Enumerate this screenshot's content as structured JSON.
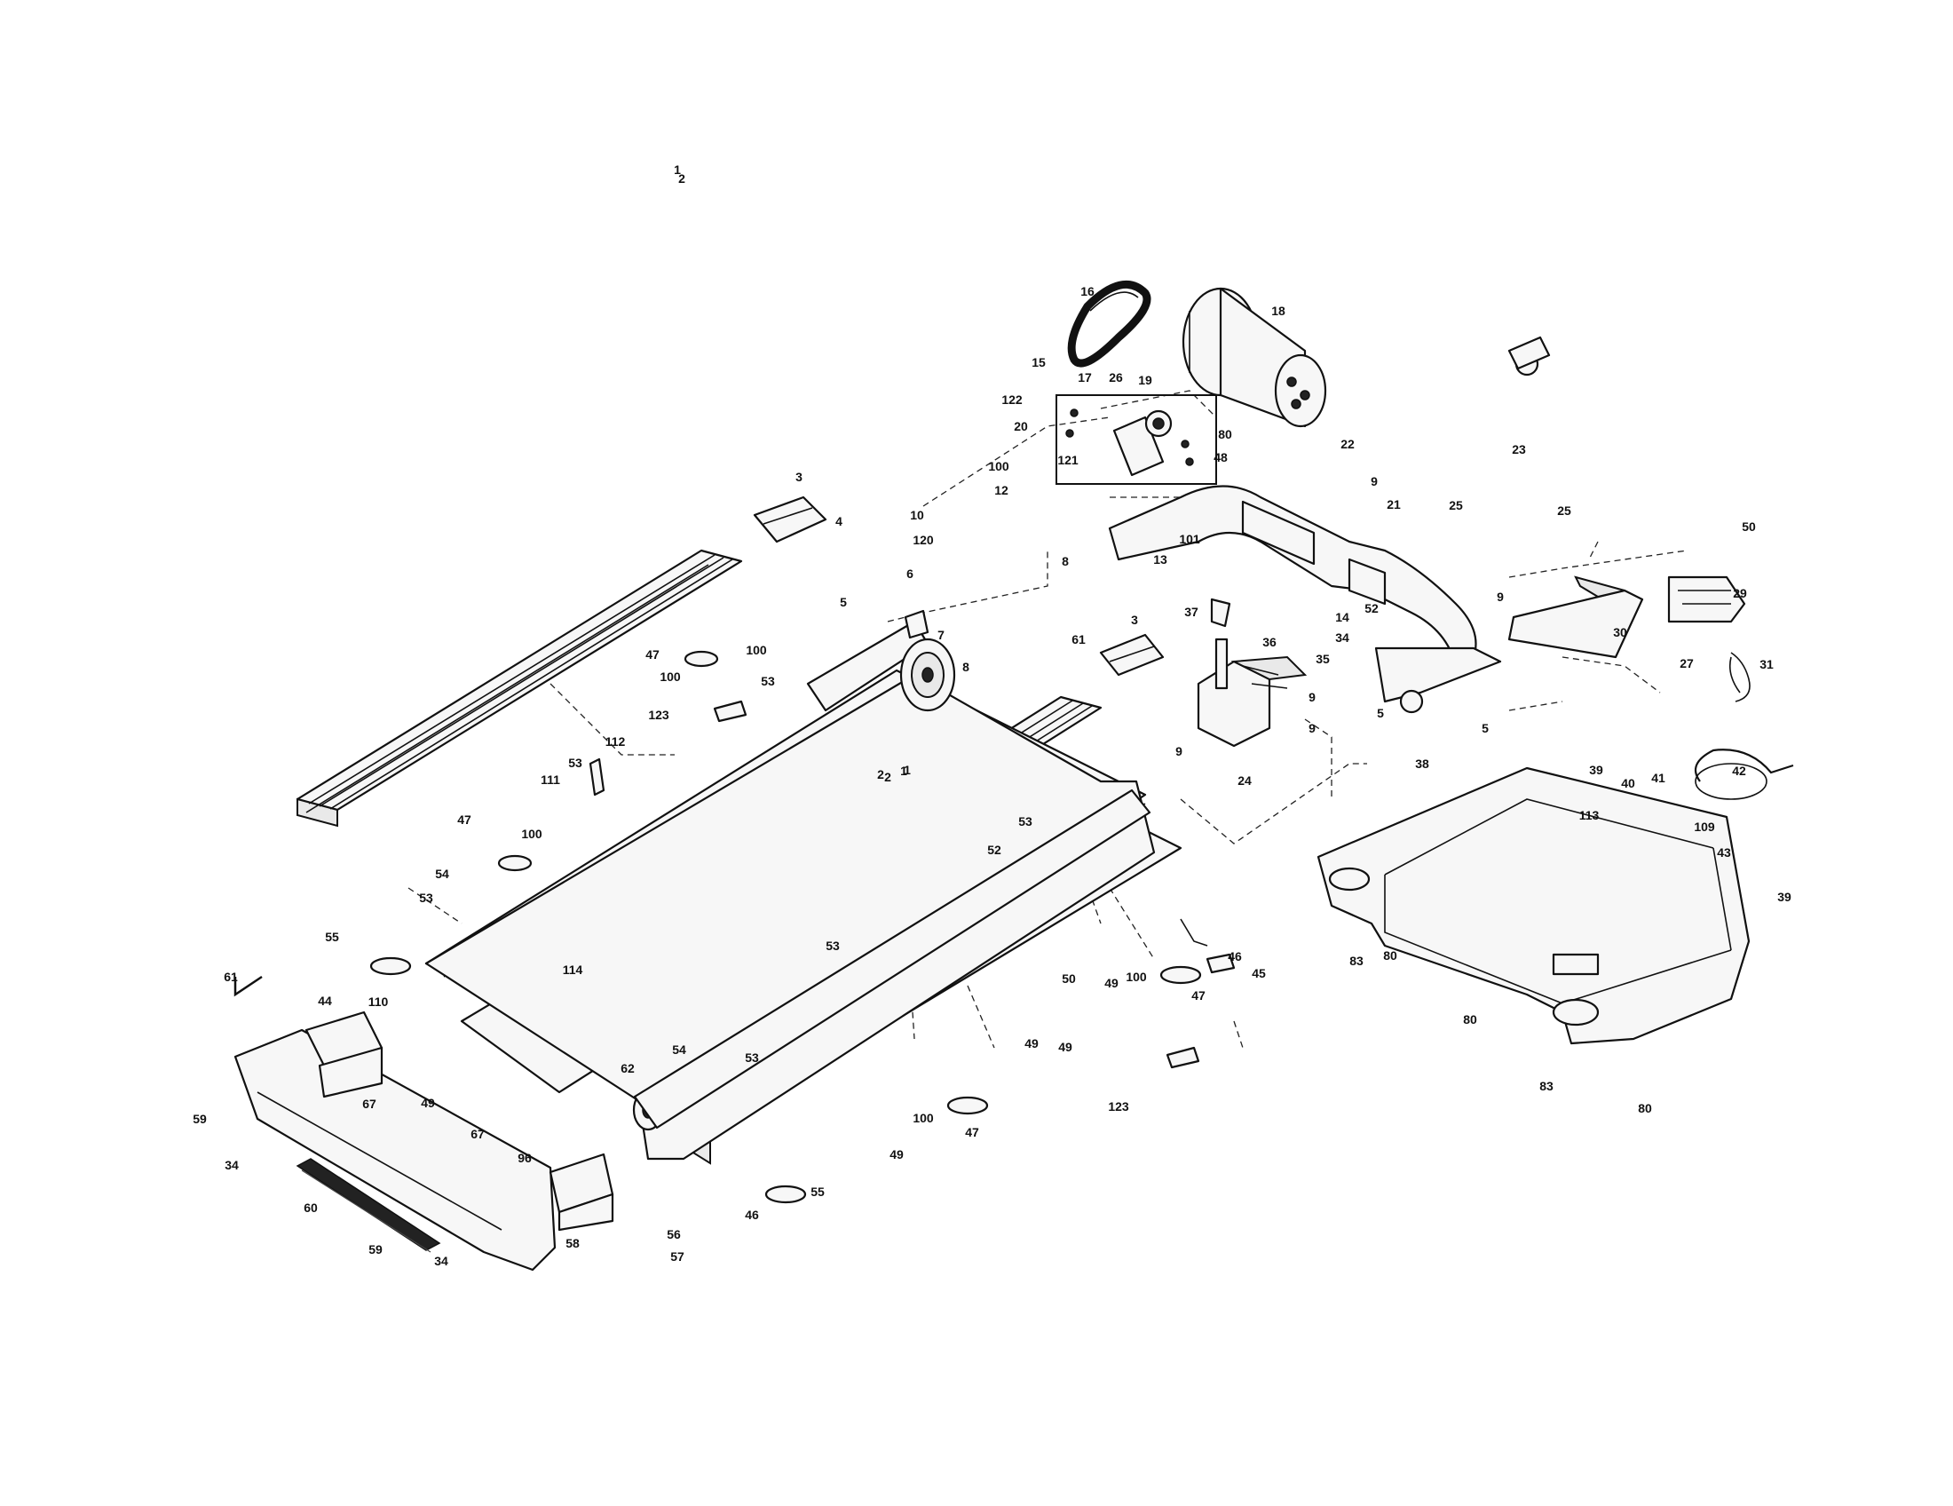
{
  "labels": [
    {
      "t": "1"
    },
    {
      "t": "2"
    },
    {
      "t": "3"
    },
    {
      "t": "4"
    },
    {
      "t": "1"
    },
    {
      "t": "2"
    },
    {
      "t": "16"
    },
    {
      "t": "18"
    },
    {
      "t": "15"
    },
    {
      "t": "17"
    },
    {
      "t": "26"
    },
    {
      "t": "19"
    },
    {
      "t": "122"
    },
    {
      "t": "20"
    },
    {
      "t": "80"
    },
    {
      "t": "48"
    },
    {
      "t": "121"
    },
    {
      "t": "101"
    },
    {
      "t": "100"
    },
    {
      "t": "12"
    },
    {
      "t": "10"
    },
    {
      "t": "120"
    },
    {
      "t": "8"
    },
    {
      "t": "13"
    },
    {
      "t": "22"
    },
    {
      "t": "9"
    },
    {
      "t": "21"
    },
    {
      "t": "6"
    },
    {
      "t": "5"
    },
    {
      "t": "7"
    },
    {
      "t": "8"
    },
    {
      "t": "47"
    },
    {
      "t": "100"
    },
    {
      "t": "100"
    },
    {
      "t": "53"
    },
    {
      "t": "123"
    },
    {
      "t": "61"
    },
    {
      "t": "3"
    },
    {
      "t": "37"
    },
    {
      "t": "36"
    },
    {
      "t": "14"
    },
    {
      "t": "52"
    },
    {
      "t": "34"
    },
    {
      "t": "35"
    },
    {
      "t": "9"
    },
    {
      "t": "9"
    },
    {
      "t": "5"
    },
    {
      "t": "5"
    },
    {
      "t": "9"
    },
    {
      "t": "24"
    },
    {
      "t": "23"
    },
    {
      "t": "25"
    },
    {
      "t": "25"
    },
    {
      "t": "9"
    },
    {
      "t": "30"
    },
    {
      "t": "27"
    },
    {
      "t": "50"
    },
    {
      "t": "29"
    },
    {
      "t": "31"
    },
    {
      "t": "112"
    },
    {
      "t": "111"
    },
    {
      "t": "53"
    },
    {
      "t": "47"
    },
    {
      "t": "100"
    },
    {
      "t": "54"
    },
    {
      "t": "53"
    },
    {
      "t": "55"
    },
    {
      "t": "110"
    },
    {
      "t": "114"
    },
    {
      "t": "2"
    },
    {
      "t": "53"
    },
    {
      "t": "52"
    },
    {
      "t": "53"
    },
    {
      "t": "1"
    },
    {
      "t": "61"
    },
    {
      "t": "44"
    },
    {
      "t": "67"
    },
    {
      "t": "59"
    },
    {
      "t": "34"
    },
    {
      "t": "67"
    },
    {
      "t": "49"
    },
    {
      "t": "62"
    },
    {
      "t": "54"
    },
    {
      "t": "53"
    },
    {
      "t": "50"
    },
    {
      "t": "49"
    },
    {
      "t": "49"
    },
    {
      "t": "100"
    },
    {
      "t": "47"
    },
    {
      "t": "46"
    },
    {
      "t": "45"
    },
    {
      "t": "123"
    },
    {
      "t": "49"
    },
    {
      "t": "100"
    },
    {
      "t": "47"
    },
    {
      "t": "49"
    },
    {
      "t": "96"
    },
    {
      "t": "60"
    },
    {
      "t": "58"
    },
    {
      "t": "59"
    },
    {
      "t": "34"
    },
    {
      "t": "56"
    },
    {
      "t": "57"
    },
    {
      "t": "46"
    },
    {
      "t": "55"
    },
    {
      "t": "38"
    },
    {
      "t": "39"
    },
    {
      "t": "40"
    },
    {
      "t": "41"
    },
    {
      "t": "42"
    },
    {
      "t": "113"
    },
    {
      "t": "109"
    },
    {
      "t": "43"
    },
    {
      "t": "39"
    },
    {
      "t": "83"
    },
    {
      "t": "80"
    },
    {
      "t": "80"
    },
    {
      "t": "83"
    },
    {
      "t": "80"
    }
  ]
}
